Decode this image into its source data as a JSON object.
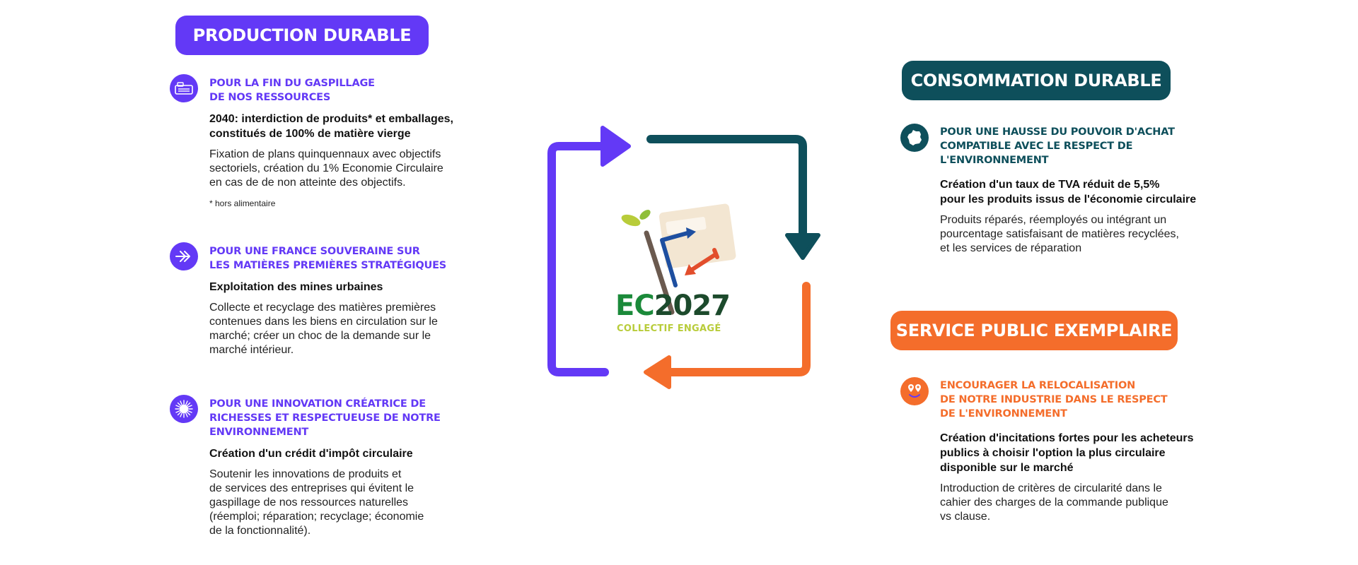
{
  "colors": {
    "purple": "#6339f6",
    "teal": "#0e4f5b",
    "orange": "#f46d2b",
    "logo_green": "#1b8a3a",
    "logo_dark": "#1c4a2c",
    "logo_lime": "#b8cc3a"
  },
  "left": {
    "header": "PRODUCTION DURABLE",
    "items": [
      {
        "icon": "factory-icon",
        "title": "POUR LA FIN DU GASPILLAGE\nDE NOS RESSOURCES",
        "bold": "2040: interdiction de produits* et emballages,\nconstitués de 100% de matière vierge",
        "body": "Fixation de plans quinquennaux avec objectifs\nsectoriels, création du 1% Economie Circulaire\nen cas de de non atteinte des objectifs.",
        "note": "* hors alimentaire"
      },
      {
        "icon": "double-arrow-icon",
        "title": "POUR UNE FRANCE SOUVERAINE SUR\nLES MATIÈRES PREMIÈRES STRATÉGIQUES",
        "bold": "Exploitation des mines urbaines",
        "body": "Collecte et recyclage des matières premières\ncontenues dans les biens en circulation sur le\nmarché; créer un choc de la demande sur le\nmarché intérieur."
      },
      {
        "icon": "sparkle-icon",
        "title": "POUR UNE INNOVATION CRÉATRICE DE\nRICHESSES ET RESPECTUEUSE DE NOTRE\nENVIRONNEMENT",
        "bold": "Création d'un crédit d'impôt circulaire",
        "body": "Soutenir les innovations de produits et\nde services des entreprises qui évitent le\ngaspillage de nos ressources naturelles\n(réemploi; réparation; recyclage; économie\nde la fonctionnalité)."
      }
    ]
  },
  "right_top": {
    "header": "CONSOMMATION DURABLE",
    "icon": "france-map-icon",
    "title": "POUR UNE HAUSSE DU POUVOIR D'ACHAT\nCOMPATIBLE AVEC LE RESPECT DE\nL'ENVIRONNEMENT",
    "bold": "Création d'un taux de TVA réduit de 5,5%\npour les produits issus de l'économie circulaire",
    "body": "Produits réparés, réemployés ou intégrant un\npourcentage satisfaisant de matières recyclées,\net les services de réparation"
  },
  "right_bottom": {
    "header": "SERVICE PUBLIC EXEMPLAIRE",
    "icon": "smiley-location-icon",
    "title": "ENCOURAGER LA RELOCALISATION\nDE NOTRE INDUSTRIE DANS LE RESPECT\nDE L'ENVIRONNEMENT",
    "bold": "Création d'incitations fortes pour les acheteurs\npublics à choisir l'option la plus circulaire\ndisponible sur le marché",
    "body": "Introduction de critères de circularité dans le\ncahier des charges de la commande publique\nvs clause."
  },
  "logo": {
    "ec": "EC",
    "year": "2027",
    "tagline": "COLLECTIF ENGAGÉ"
  }
}
